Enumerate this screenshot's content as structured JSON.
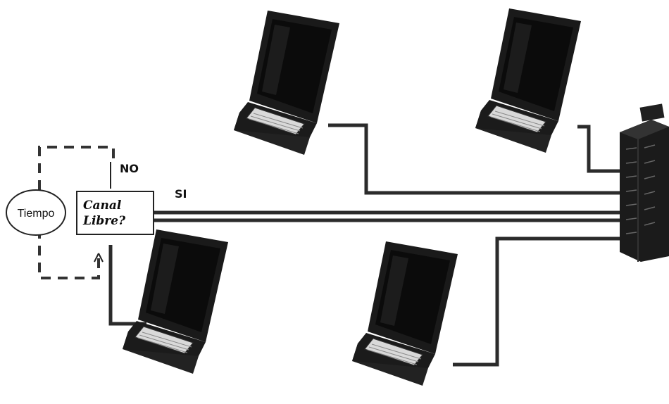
{
  "diagram": {
    "timer_label": "Tiempo",
    "decision_line1": "Canal",
    "decision_line2": "Libre?",
    "no_label": "NO",
    "yes_label": "SI"
  },
  "icons": [
    "laptop-icon",
    "network-switch-icon",
    "timer-ellipse"
  ],
  "colors": {
    "line": "#2b2b2b",
    "laptop_body": "#1c1c1c",
    "screen": "#0d0d0d",
    "keyboard": "#d8d8d8"
  }
}
